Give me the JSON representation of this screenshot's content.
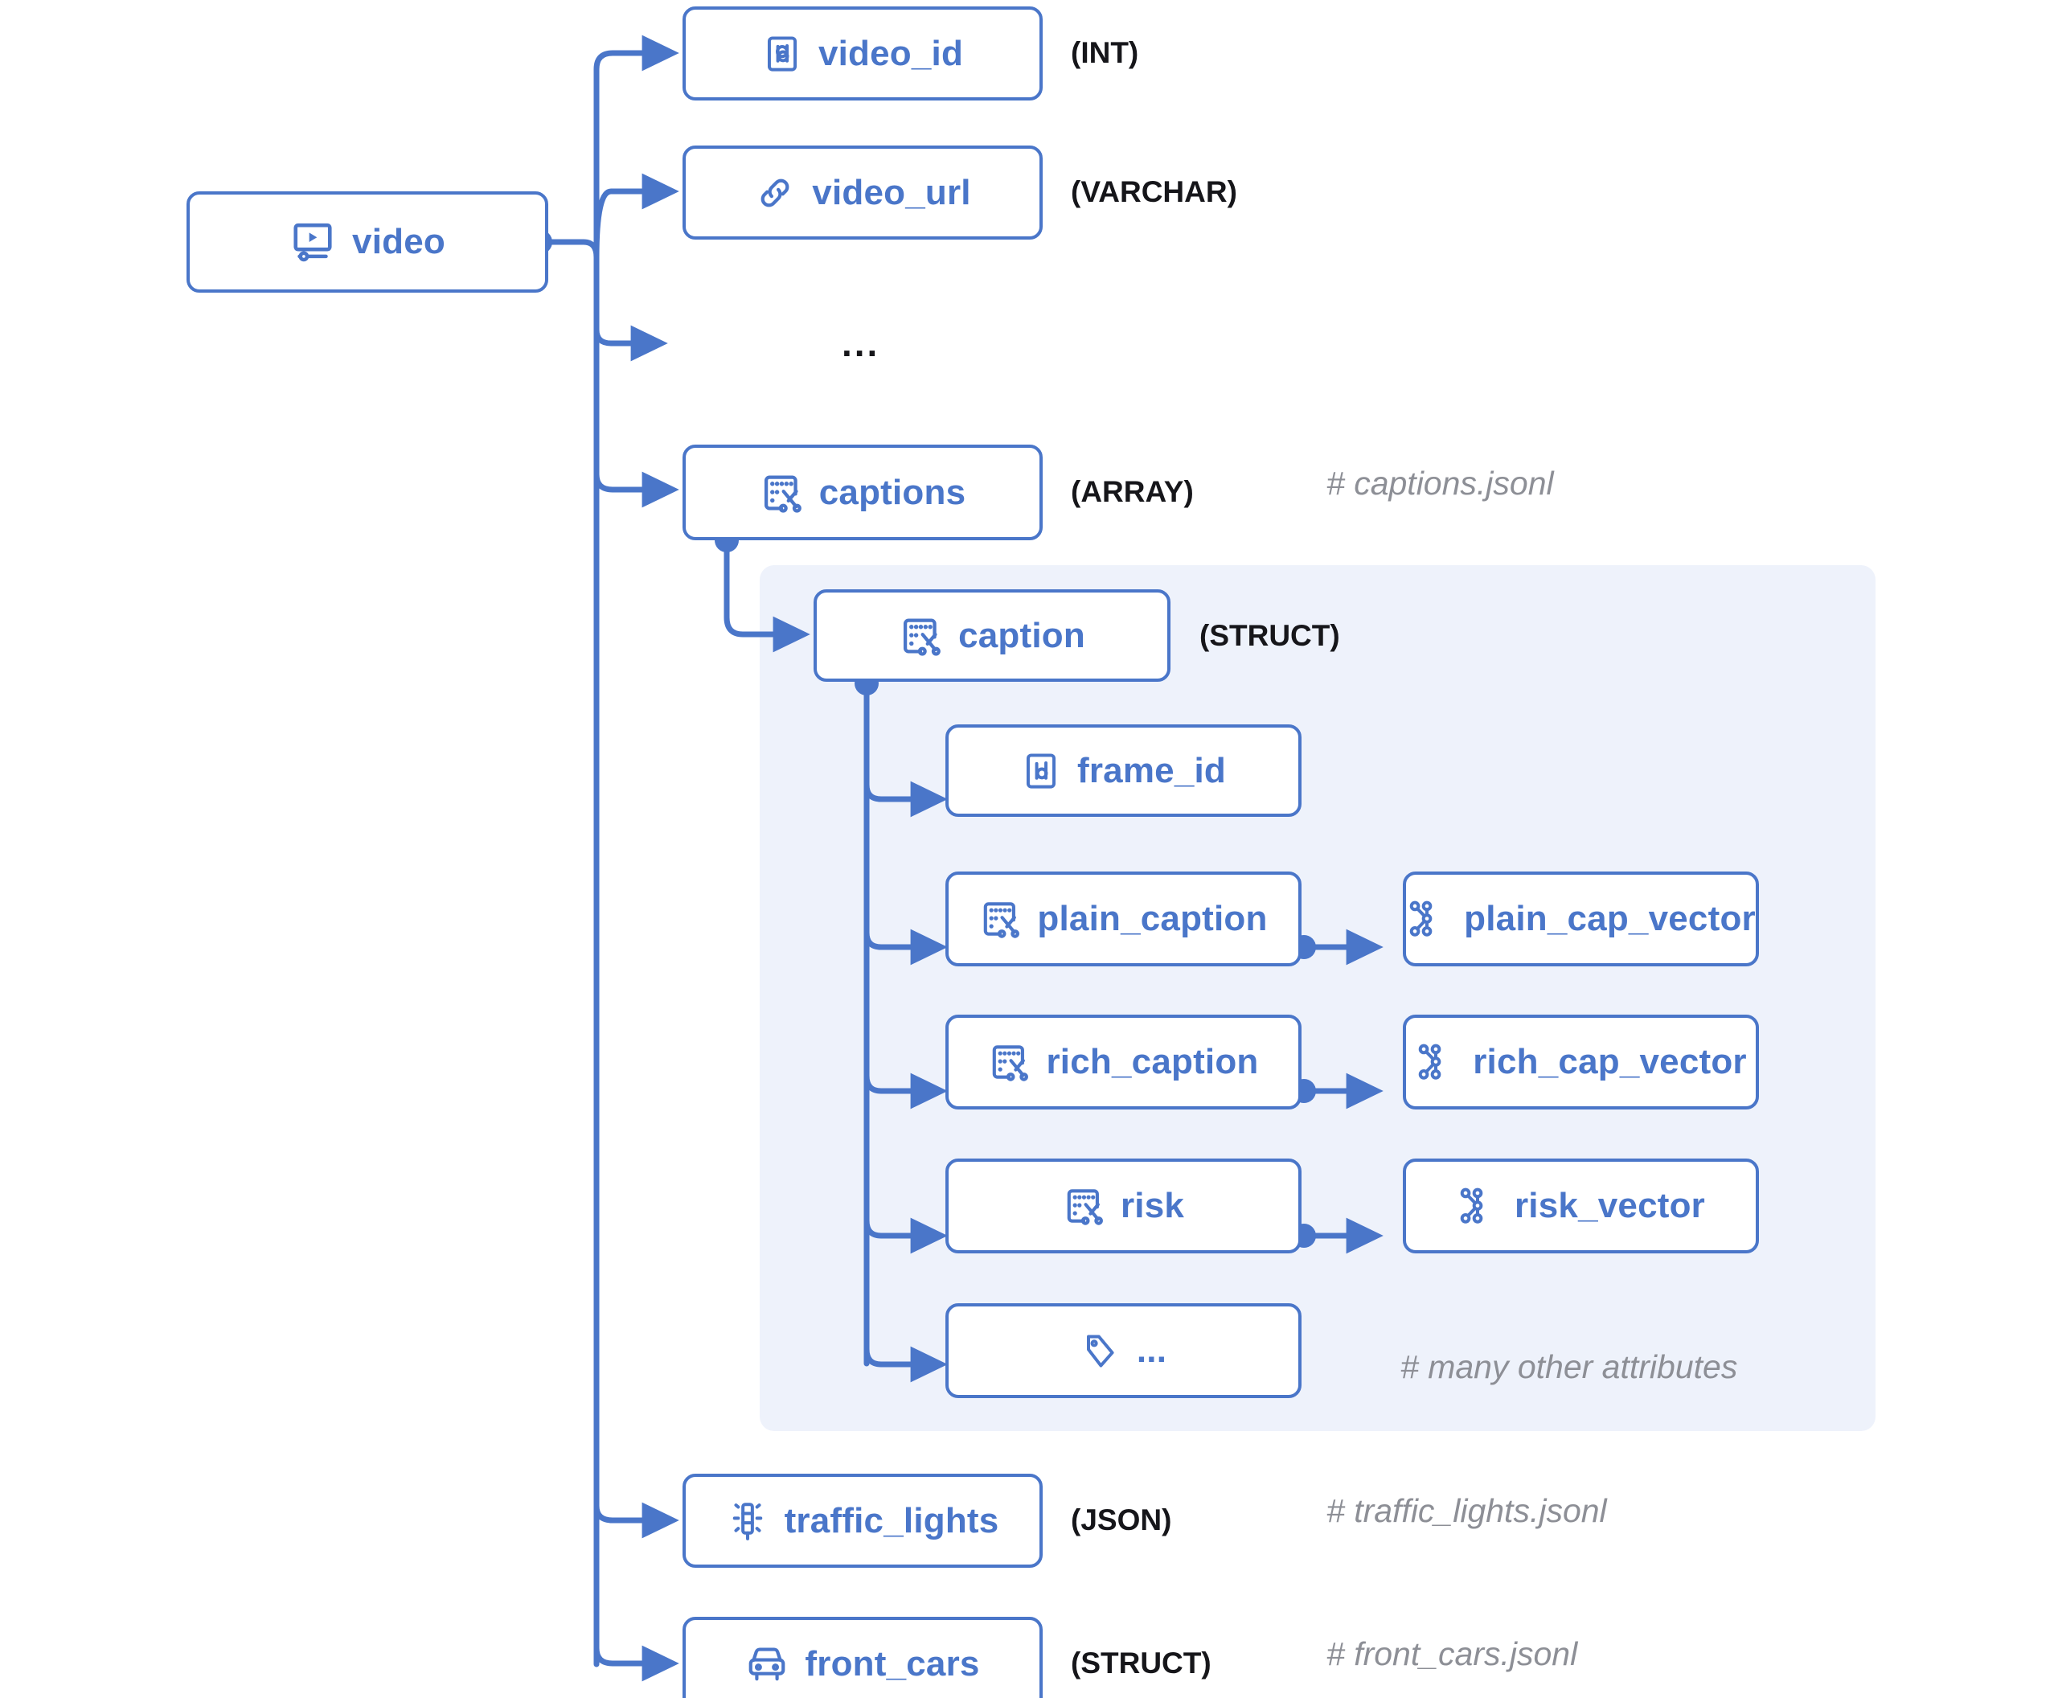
{
  "diagram": {
    "title": "video schema tree",
    "colors": {
      "accent": "#4a76c9",
      "node_border": "#4a76c9",
      "node_fill": "#ffffff",
      "panel_fill": "#eef2fb",
      "label_text": "#4a76c9",
      "type_text": "#16161a",
      "comment_text": "#8d8f96",
      "page_background": "#ffffff"
    },
    "root": {
      "label": "video",
      "icon": "video-player-icon"
    },
    "level1": [
      {
        "label": "video_id",
        "icon": "id-badge-icon",
        "type": "(INT)",
        "comment": ""
      },
      {
        "label": "video_url",
        "icon": "link-chain-icon",
        "type": "(VARCHAR)",
        "comment": ""
      },
      {
        "label": "...",
        "icon": "",
        "type": "",
        "comment": ""
      },
      {
        "label": "captions",
        "icon": "caption-clip-icon",
        "type": "(ARRAY)",
        "comment": "# captions.jsonl"
      },
      {
        "label": "traffic_lights",
        "icon": "traffic-light-icon",
        "type": "(JSON)",
        "comment": "# traffic_lights.jsonl"
      },
      {
        "label": "front_cars",
        "icon": "car-front-icon",
        "type": "(STRUCT)",
        "comment": "# front_cars.jsonl"
      }
    ],
    "struct": {
      "label": "caption",
      "icon": "caption-clip-icon",
      "type": "(STRUCT)",
      "fields": [
        {
          "label": "frame_id",
          "icon": "id-badge-icon",
          "vector": null
        },
        {
          "label": "plain_caption",
          "icon": "caption-clip-icon",
          "vector": {
            "label": "plain_cap_vector",
            "icon": "vector-graph-icon"
          }
        },
        {
          "label": "rich_caption",
          "icon": "caption-clip-icon",
          "vector": {
            "label": "rich_cap_vector",
            "icon": "vector-graph-icon"
          }
        },
        {
          "label": "risk",
          "icon": "caption-clip-icon",
          "vector": {
            "label": "risk_vector",
            "icon": "vector-graph-icon"
          }
        },
        {
          "label": "...",
          "icon": "tag-icon",
          "vector": null,
          "comment": "# many other attributes"
        }
      ]
    }
  }
}
